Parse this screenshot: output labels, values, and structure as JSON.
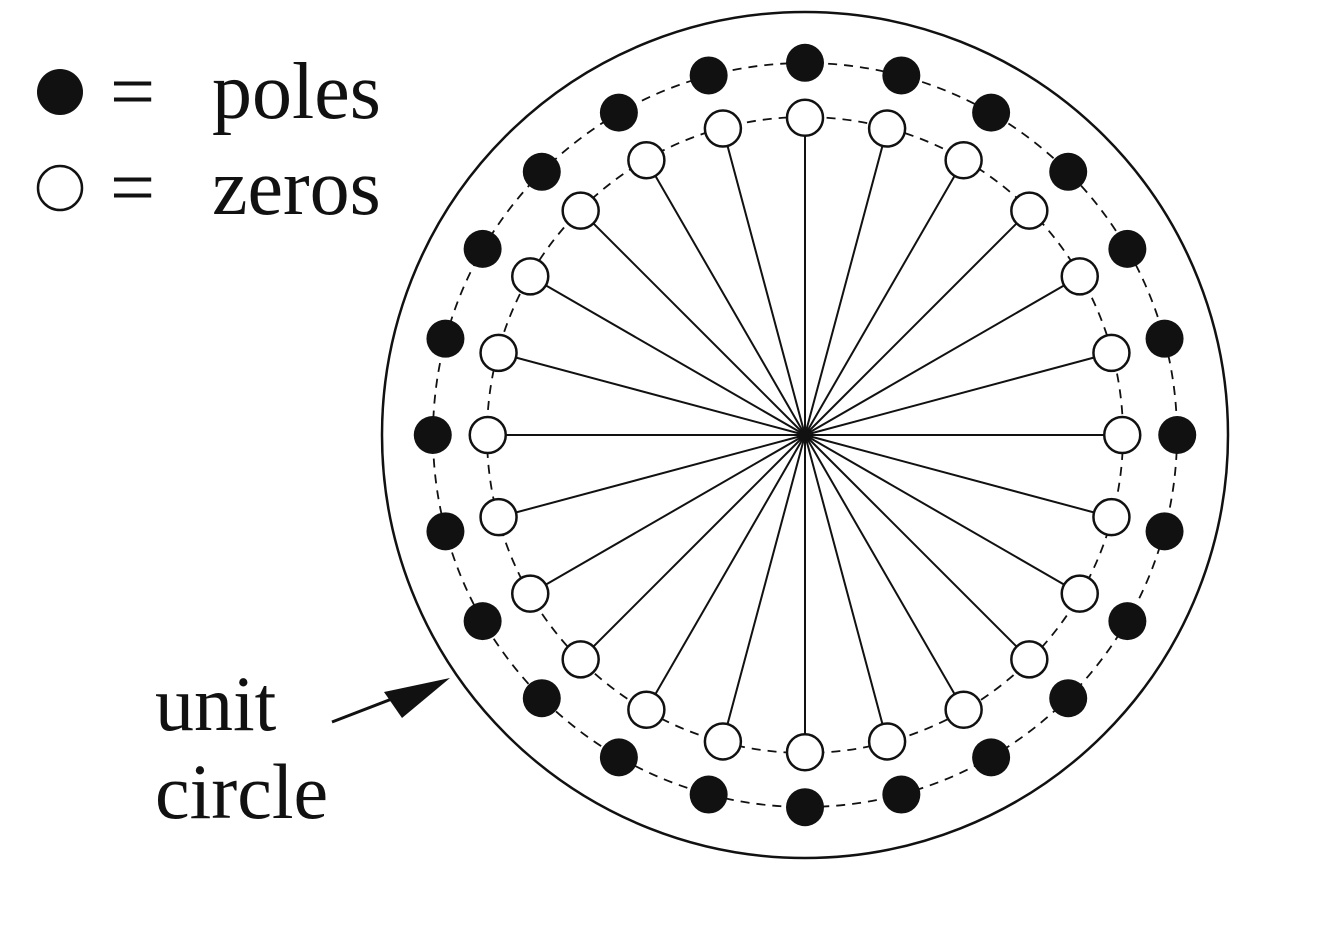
{
  "legend": {
    "poles": {
      "symbol": "filled-circle",
      "equals": "=",
      "label": "poles"
    },
    "zeros": {
      "symbol": "open-circle",
      "equals": "=",
      "label": "zeros"
    }
  },
  "annotation": {
    "line1": "unit",
    "line2": "circle"
  },
  "diagram": {
    "count": 24,
    "pole_radius": 0.88,
    "zero_radius": 0.75,
    "colors": {
      "ink": "#111111",
      "background": "#ffffff"
    }
  }
}
